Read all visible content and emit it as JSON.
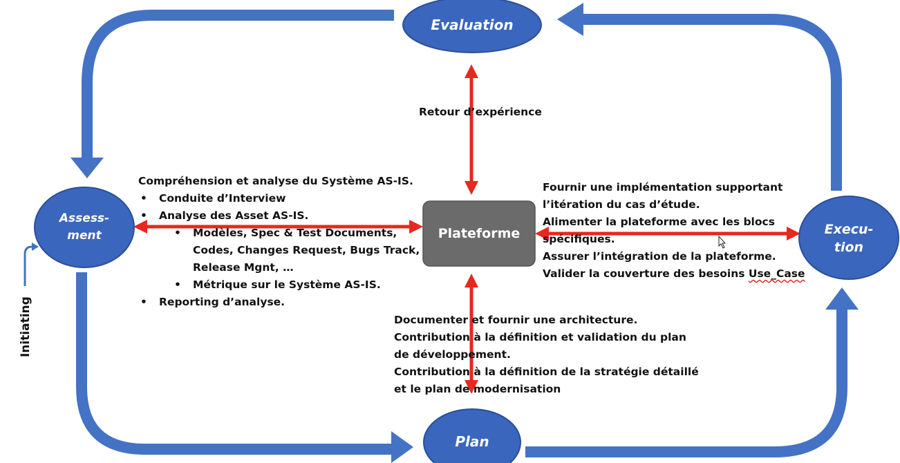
{
  "colors": {
    "cycle_blue": "#4472c4",
    "node_blue": "#3a66bd",
    "platform_gray": "#6b6b6b",
    "red_arrow": "#e8281e"
  },
  "nodes": {
    "evaluation": "Evaluation",
    "assessment_line1": "Assess-",
    "assessment_line2": "ment",
    "execution_line1": "Execu-",
    "execution_line2": "tion",
    "plan": "Plan",
    "platform": "Plateforme"
  },
  "labels": {
    "feedback": "Retour d’expérience",
    "initiating": "Initiating"
  },
  "assessment_text": {
    "heading": "Compréhension et analyse du Système AS-IS.",
    "items": [
      {
        "bullet": "•",
        "text": "Conduite d’Interview"
      },
      {
        "bullet": "•",
        "text": "Analyse des Asset AS-IS."
      }
    ],
    "subitems": [
      {
        "bullet": "•",
        "lines": [
          "Modèles, Spec & Test Documents,",
          "Codes, Changes Request, Bugs Track,",
          "Release Mgnt, …"
        ]
      },
      {
        "bullet": "•",
        "lines": [
          "Métrique sur le Système AS-IS."
        ]
      }
    ],
    "last_item": {
      "bullet": "•",
      "text": "Reporting d’analyse."
    }
  },
  "execution_text": {
    "lines": [
      "Fournir une implémentation supportant",
      "l’itération du cas d’étude.",
      "Alimenter la plateforme avec les blocs",
      "spécifiques.",
      "Assurer l’intégration de la plateforme.",
      "Valider la couverture des besoins "
    ],
    "use_case": "Use_Case"
  },
  "plan_text": {
    "lines": [
      "Documenter et fournir une architecture.",
      "Contribution à la définition et validation du plan",
      "de développement.",
      "Contribution à la définition de la stratégie détaillé",
      "et le plan de modernisation"
    ]
  }
}
